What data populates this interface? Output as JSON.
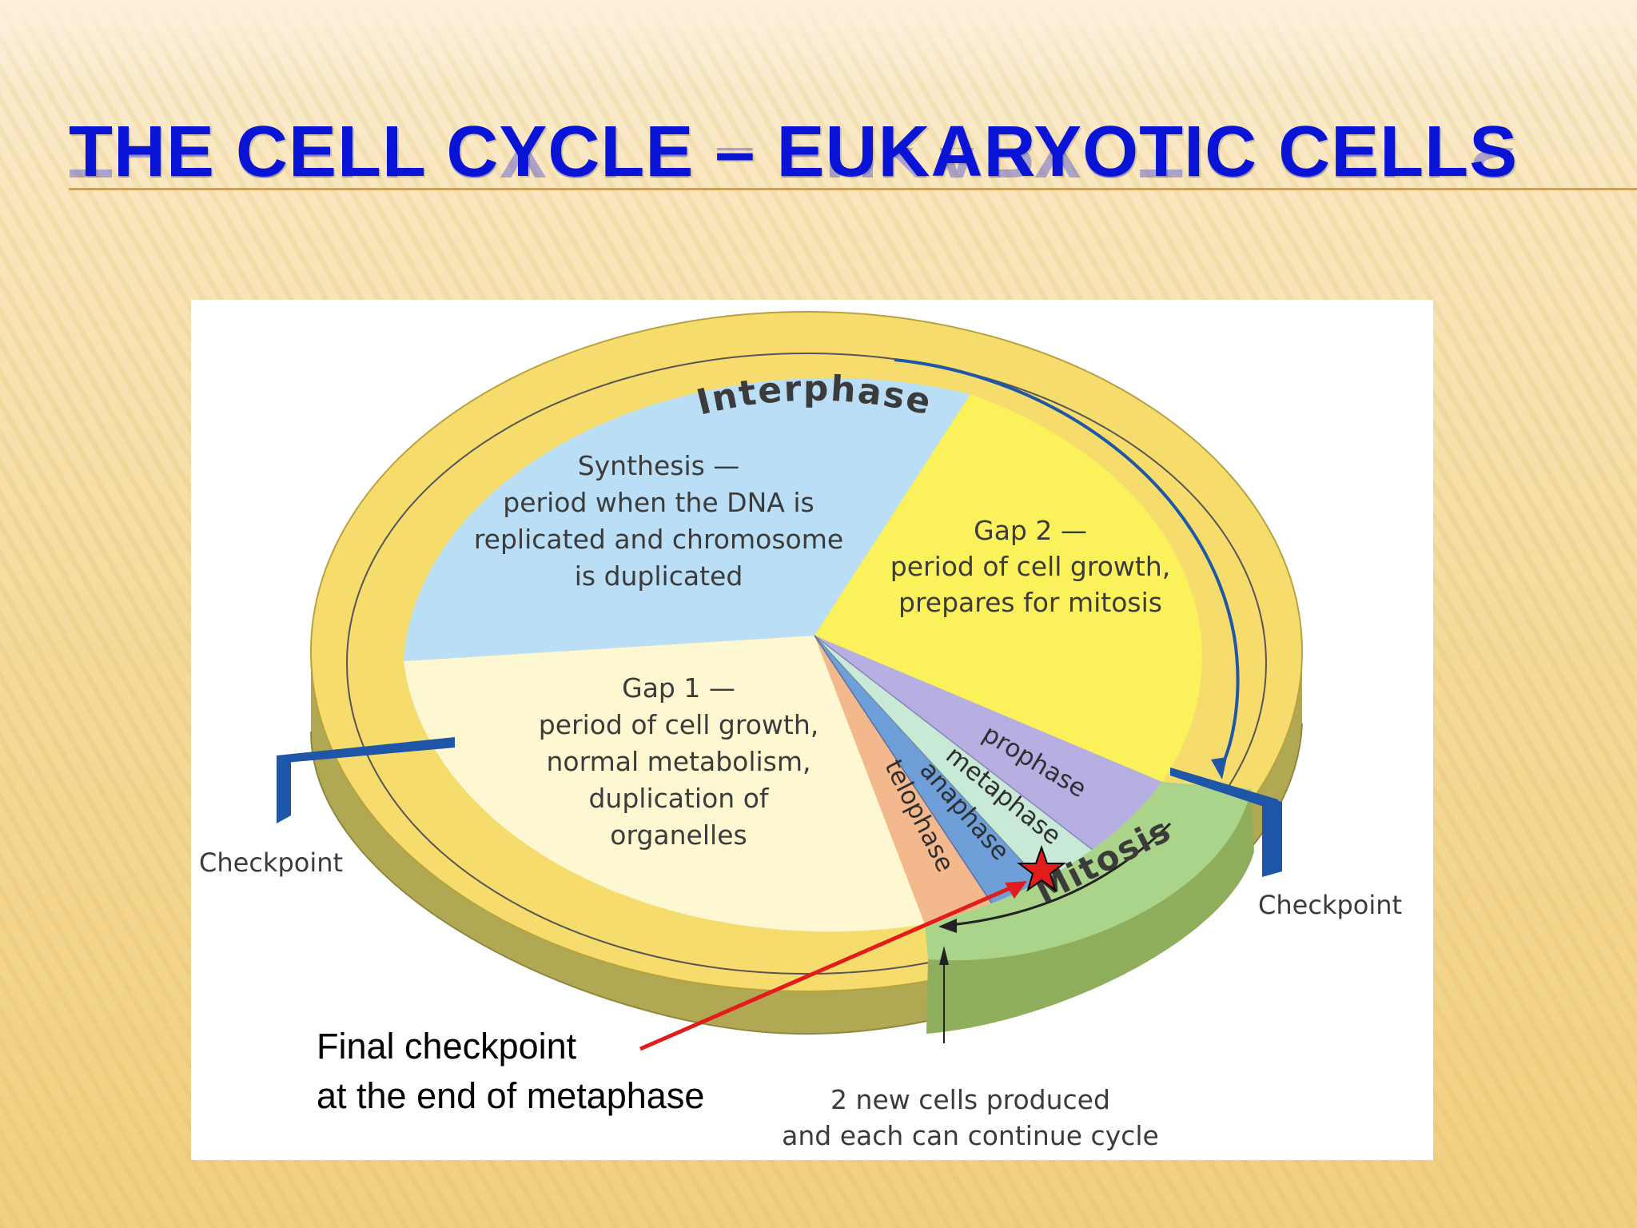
{
  "slide": {
    "title": "THE CELL CYCLE – EUKARYOTIC CELLS"
  },
  "diagram": {
    "ring_label": "Interphase",
    "mitosis_label": "Mitosis",
    "synthesis": [
      "Synthesis —",
      "period when the DNA is",
      "replicated and chromosome",
      "is duplicated"
    ],
    "gap2": [
      "Gap 2 —",
      "period of cell growth,",
      "prepares for mitosis"
    ],
    "gap1": [
      "Gap 1 —",
      "period of cell growth,",
      "normal metabolism,",
      "duplication of",
      "organelles"
    ],
    "mitosis_phases": [
      "prophase",
      "metaphase",
      "anaphase",
      "telophase"
    ],
    "checkpoint_left": "Checkpoint",
    "checkpoint_right": "Checkpoint",
    "new_cells": [
      "2 new cells produced",
      "and each can continue cycle"
    ],
    "annotation": [
      "Final checkpoint",
      "at the end of metaphase"
    ]
  },
  "colors": {
    "title": "#0a14d6",
    "interphase_ring": "#f6dc6c",
    "synthesis": "#b9def6",
    "gap2": "#fbf15b",
    "gap1": "#fdf8d2",
    "prophase": "#b7aee2",
    "metaphase": "#c7e9d6",
    "anaphase": "#6f9fd9",
    "telophase": "#f4b88d",
    "mitosis_band": "#a9d48a",
    "checkpoint_bar": "#1f56a8",
    "annotation_arrow": "#e31b1b"
  }
}
